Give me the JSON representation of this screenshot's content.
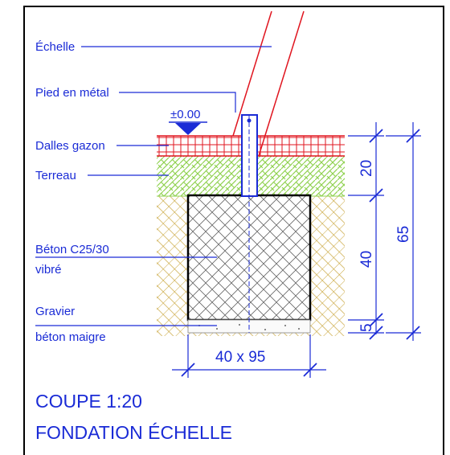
{
  "labels": {
    "echelle": "Échelle",
    "pied": "Pied en métal",
    "level": "±0.00",
    "dalles": "Dalles gazon",
    "terreau": "Terreau",
    "beton_line1": "Béton C25/30",
    "beton_line2": "vibré",
    "gravier_line1": "Gravier",
    "gravier_line2": "béton maigre"
  },
  "dimensions": {
    "d20": "20",
    "d40": "40",
    "d5": "5",
    "d65": "65",
    "width": "40 x 95"
  },
  "title": {
    "line1": "COUPE  1:20",
    "line2": "FONDATION  ÉCHELLE"
  },
  "colors": {
    "annotation": "#1a2bd6",
    "ladder": "#e0151f",
    "grass_tiles": "#e0151f",
    "topsoil": "#8fd14f",
    "soil": "#c9a53a",
    "concrete": "#555555",
    "frame": "#000000"
  }
}
